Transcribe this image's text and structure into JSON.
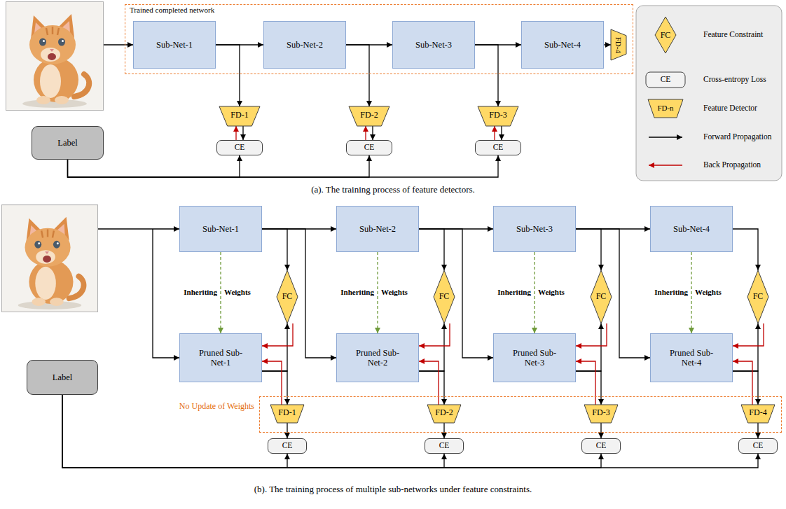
{
  "diagram": {
    "nodes": [
      {
        "text": [
          "Trained completed network"
        ]
      },
      {
        "text": [
          "Sub-Net-1"
        ],
        "in": 0
      },
      {
        "text": [
          "Sub-Net-2"
        ],
        "in": 0
      },
      {
        "text": [
          "Sub-Net-3"
        ],
        "in": 0
      },
      {
        "text": [
          "Sub-Net-4"
        ],
        "in": 0
      },
      {
        "text": [
          "FD-4"
        ],
        "in": 0
      },
      {
        "text": [
          "Label"
        ]
      },
      {
        "text": [
          "FD-1"
        ]
      },
      {
        "text": [
          "FD-2"
        ]
      },
      {
        "text": [
          "FD-3"
        ]
      },
      {
        "text": [
          "CE"
        ]
      },
      {
        "text": [
          "CE"
        ]
      },
      {
        "text": [
          "CE"
        ]
      },
      {
        "text": [
          "Sub-Net-1"
        ]
      },
      {
        "text": [
          "Sub-Net-2"
        ]
      },
      {
        "text": [
          "Sub-Net-3"
        ]
      },
      {
        "text": [
          "Sub-Net-4"
        ]
      },
      {
        "text": [
          "FC"
        ]
      },
      {
        "text": [
          "FC"
        ]
      },
      {
        "text": [
          "FC"
        ]
      },
      {
        "text": [
          "FC"
        ]
      },
      {
        "text": [
          "Label"
        ]
      },
      {
        "text": [
          "Pruned Sub-Net-1"
        ]
      },
      {
        "text": [
          "Pruned Sub-Net-2"
        ]
      },
      {
        "text": [
          "Pruned Sub-Net-3"
        ]
      },
      {
        "text": [
          "Pruned Sub-Net-4"
        ]
      },
      {
        "text": [
          "No Update of Weights"
        ]
      },
      {
        "text": [
          "FD-1"
        ],
        "in": 26
      },
      {
        "text": [
          "FD-2"
        ],
        "in": 26
      },
      {
        "text": [
          "FD-3"
        ],
        "in": 26
      },
      {
        "text": [
          "FD-4"
        ],
        "in": 26
      },
      {
        "text": [
          "CE"
        ]
      },
      {
        "text": [
          "CE"
        ]
      },
      {
        "text": [
          "CE"
        ]
      },
      {
        "text": [
          "CE"
        ]
      }
    ],
    "edges": [
      {
        "from": 1,
        "to": 2,
        "arrow": "to"
      },
      {
        "from": 2,
        "to": 3,
        "arrow": "to"
      },
      {
        "from": 3,
        "to": 4,
        "arrow": "to"
      },
      {
        "from": 4,
        "to": 5,
        "arrow": "to"
      },
      {
        "from": 1,
        "to": 7,
        "arrow": "to"
      },
      {
        "from": 2,
        "to": 8,
        "arrow": "to"
      },
      {
        "from": 3,
        "to": 9,
        "arrow": "to"
      },
      {
        "from": 7,
        "to": 10,
        "arrow": "to"
      },
      {
        "from": 10,
        "to": 7,
        "arrow": "to"
      },
      {
        "from": 8,
        "to": 11,
        "arrow": "to"
      },
      {
        "from": 11,
        "to": 8,
        "arrow": "to"
      },
      {
        "from": 9,
        "to": 12,
        "arrow": "to"
      },
      {
        "from": 12,
        "to": 9,
        "arrow": "to"
      },
      {
        "from": 6,
        "to": 10,
        "arrow": "to"
      },
      {
        "from": 6,
        "to": 11,
        "arrow": "to"
      },
      {
        "from": 6,
        "to": 12,
        "arrow": "to"
      },
      {
        "from": 13,
        "to": 14,
        "arrow": "to"
      },
      {
        "from": 14,
        "to": 15,
        "arrow": "to"
      },
      {
        "from": 15,
        "to": 16,
        "arrow": "to"
      },
      {
        "from": 13,
        "to": 17,
        "arrow": "to"
      },
      {
        "from": 14,
        "to": 18,
        "arrow": "to"
      },
      {
        "from": 15,
        "to": 19,
        "arrow": "to"
      },
      {
        "from": 16,
        "to": 20,
        "arrow": "to"
      },
      {
        "from": 13,
        "to": 23,
        "arrow": "to"
      },
      {
        "from": 14,
        "to": 24,
        "arrow": "to"
      },
      {
        "from": 15,
        "to": 25,
        "arrow": "to"
      },
      {
        "from": 13,
        "to": 22,
        "arrow": "to"
      },
      {
        "from": 14,
        "to": 23,
        "arrow": "to"
      },
      {
        "from": 15,
        "to": 24,
        "arrow": "to"
      },
      {
        "from": 16,
        "to": 25,
        "arrow": "to"
      },
      {
        "from": 22,
        "to": 17,
        "arrow": "to"
      },
      {
        "from": 23,
        "to": 18,
        "arrow": "to"
      },
      {
        "from": 24,
        "to": 19,
        "arrow": "to"
      },
      {
        "from": 25,
        "to": 20,
        "arrow": "to"
      },
      {
        "from": 22,
        "to": 27,
        "arrow": "to"
      },
      {
        "from": 23,
        "to": 28,
        "arrow": "to"
      },
      {
        "from": 24,
        "to": 29,
        "arrow": "to"
      },
      {
        "from": 25,
        "to": 30,
        "arrow": "to"
      },
      {
        "from": 17,
        "to": 22,
        "arrow": "to"
      },
      {
        "from": 18,
        "to": 23,
        "arrow": "to"
      },
      {
        "from": 19,
        "to": 24,
        "arrow": "to"
      },
      {
        "from": 20,
        "to": 25,
        "arrow": "to"
      },
      {
        "from": 27,
        "to": 22,
        "arrow": "to"
      },
      {
        "from": 28,
        "to": 23,
        "arrow": "to"
      },
      {
        "from": 29,
        "to": 24,
        "arrow": "to"
      },
      {
        "from": 30,
        "to": 25,
        "arrow": "to"
      },
      {
        "from": 27,
        "to": 31,
        "arrow": "to"
      },
      {
        "from": 28,
        "to": 32,
        "arrow": "to"
      },
      {
        "from": 29,
        "to": 33,
        "arrow": "to"
      },
      {
        "from": 30,
        "to": 34,
        "arrow": "to"
      },
      {
        "from": 21,
        "to": 31,
        "arrow": "to"
      },
      {
        "from": 21,
        "to": 32,
        "arrow": "to"
      },
      {
        "from": 21,
        "to": 33,
        "arrow": "to"
      },
      {
        "from": 21,
        "to": 34,
        "arrow": "to"
      }
    ],
    "labels": [
      "FC",
      "CE",
      "FD-n",
      "(a). The training process of feature detectors.",
      "Inheriting",
      "Weights",
      "Inheriting",
      "Weights",
      "Inheriting",
      "Weights",
      "Inheriting",
      "Weights",
      "(b). The training process of multiple sub-networks under feature constraints."
    ],
    "legend": [
      {
        "text": "Feature Constraint"
      },
      {
        "text": "Cross-entropy Loss"
      },
      {
        "text": "Feature Detector"
      },
      {
        "text": "Forward Propagation"
      },
      {
        "text": "Back Propagation"
      }
    ]
  }
}
